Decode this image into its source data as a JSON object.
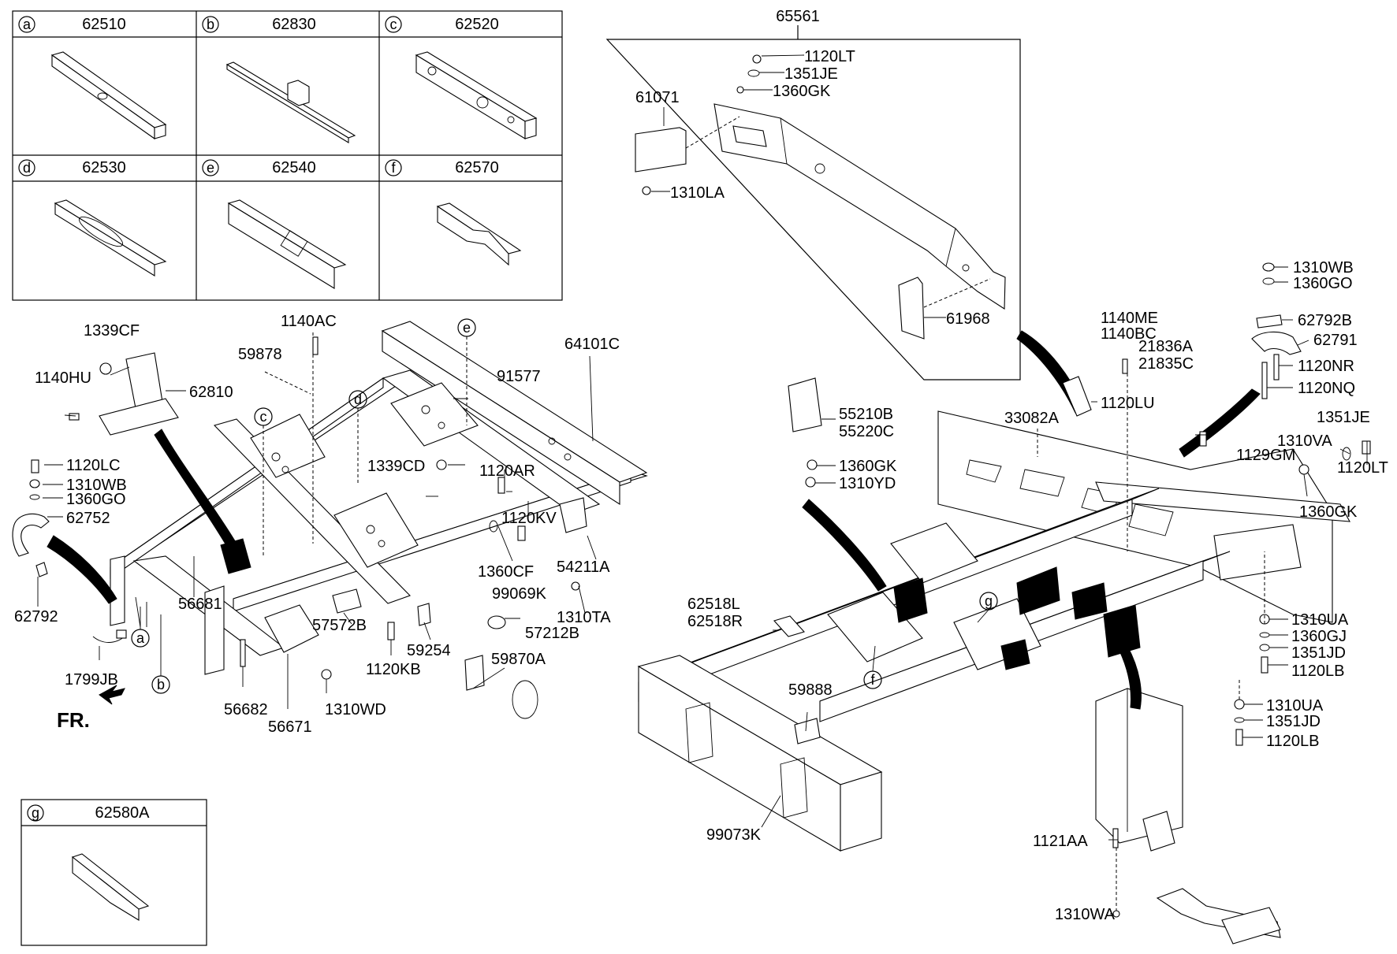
{
  "detail_panels": [
    {
      "letter": "a",
      "part": "62510"
    },
    {
      "letter": "b",
      "part": "62830"
    },
    {
      "letter": "c",
      "part": "62520"
    },
    {
      "letter": "d",
      "part": "62530"
    },
    {
      "letter": "e",
      "part": "62540"
    },
    {
      "letter": "f",
      "part": "62570"
    },
    {
      "letter": "g",
      "part": "62580A"
    }
  ],
  "inset_title": "65561",
  "ref_markers": {
    "a": "a",
    "b": "b",
    "c": "c",
    "d": "d",
    "e": "e",
    "f": "f",
    "g": "g"
  },
  "front_label": "FR.",
  "part_labels": {
    "p1120LT_a": "1120LT",
    "p1351JE_a": "1351JE",
    "p1360GK_a": "1360GK",
    "p61071": "61071",
    "p1310LA": "1310LA",
    "p61968": "61968",
    "p1140AC": "1140AC",
    "p1339CF": "1339CF",
    "p1140HU": "1140HU",
    "p62810": "62810",
    "p59878": "59878",
    "p91577": "91577",
    "p64101C": "64101C",
    "p1339CD": "1339CD",
    "p1120AR": "1120AR",
    "p1120LC": "1120LC",
    "p1310WB_a": "1310WB",
    "p1360GO_a": "1360GO",
    "p62752": "62752",
    "p1120KV": "1120KV",
    "p54211A": "54211A",
    "p1360CF": "1360CF",
    "p99069K": "99069K",
    "p1310TA": "1310TA",
    "p62792_a": "62792",
    "p56681": "56681",
    "p57572B": "57572B",
    "p57212B": "57212B",
    "p59254": "59254",
    "p1120KB": "1120KB",
    "p1799JB": "1799JB",
    "p56682": "56682",
    "p56671": "56671",
    "p1310WD": "1310WD",
    "p59870A": "59870A",
    "p1310WB_b": "1310WB",
    "p1360GO_b": "1360GO",
    "p62792B": "62792B",
    "p62791": "62791",
    "p1120NR": "1120NR",
    "p1120NQ": "1120NQ",
    "p1140ME": "1140ME",
    "p1140BC": "1140BC",
    "p21836A": "21836A",
    "p21835C": "21835C",
    "p1120LU": "1120LU",
    "p33082A": "33082A",
    "p55210B": "55210B",
    "p55220C": "55220C",
    "p1360GK_b": "1360GK",
    "p1310YD": "1310YD",
    "p1351JE_b": "1351JE",
    "p1310VA": "1310VA",
    "p1129GM": "1129GM",
    "p1120LT_b": "1120LT",
    "p1360GK_c": "1360GK",
    "p62518L": "62518L",
    "p62518R": "62518R",
    "p1310UA_a": "1310UA",
    "p1360GJ": "1360GJ",
    "p1351JD_a": "1351JD",
    "p1120LB_a": "1120LB",
    "p59888": "59888",
    "p1310UA_b": "1310UA",
    "p1351JD_b": "1351JD",
    "p1120LB_b": "1120LB",
    "p99073K": "99073K",
    "p1121AA": "1121AA",
    "p1310WA": "1310WA"
  }
}
